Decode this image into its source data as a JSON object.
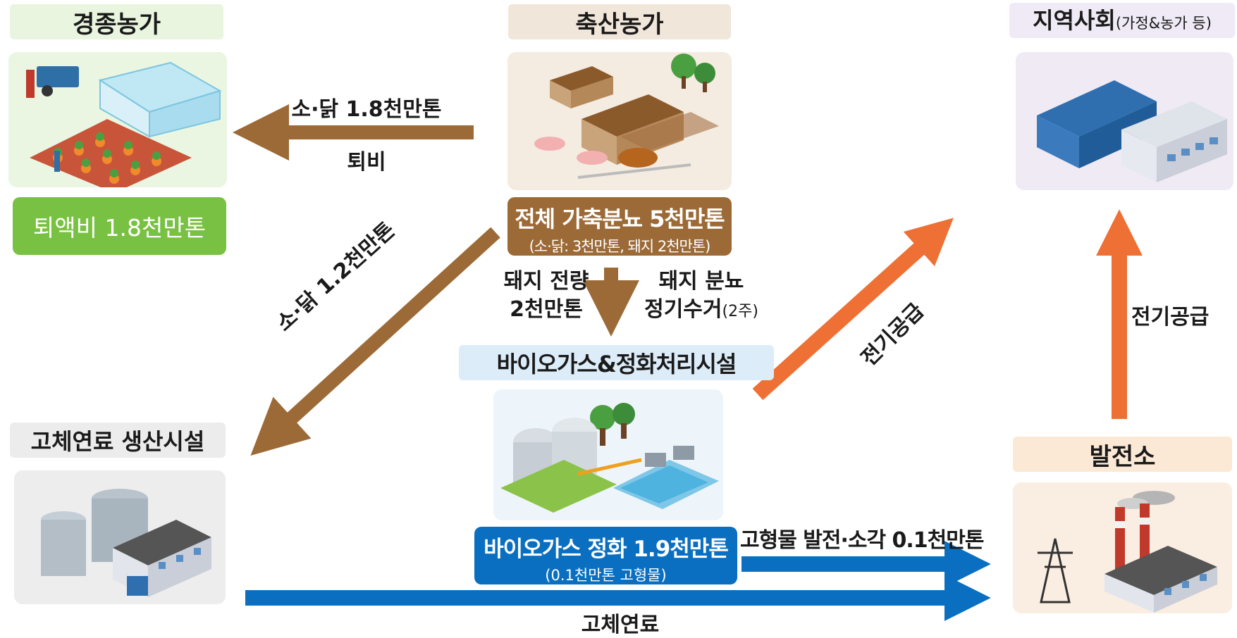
{
  "nodes": {
    "crop_farm": {
      "title": "경종농가"
    },
    "livestock_farm": {
      "title": "축산농가"
    },
    "community": {
      "title": "지역사회",
      "title_sub": "(가정&농가 등)"
    },
    "solid_fuel": {
      "title": "고체연료 생산시설"
    },
    "biogas": {
      "title": "바이오가스&정화처리시설"
    },
    "power_plant": {
      "title": "발전소"
    }
  },
  "boxes": {
    "liquid_fertilizer": "퇴액비 1.8천만톤",
    "total_manure_main": "전체 가축분뇨 5천만톤",
    "total_manure_sub": "(소·닭: 3천만톤, 돼지 2천만톤)",
    "biogas_main": "바이오가스 정화 1.9천만톤",
    "biogas_sub": "(0.1천만톤 고형물)"
  },
  "flows": {
    "to_crop_amount": "소·닭 1.8천만톤",
    "to_crop_type": "퇴비",
    "to_solid_fuel": "소·닭 1.2천만톤",
    "pig_all_line1": "돼지 전량",
    "pig_all_line2": "2천만톤",
    "pig_collect_line1": "돼지 분뇨",
    "pig_collect_line2": "정기수거",
    "pig_collect_sub": "(2주)",
    "to_community_biogas": "전기공급",
    "to_community_plant": "전기공급",
    "solid_waste": "고형물 발전·소각 0.1천만톤",
    "solid_fuel_flow": "고체연료"
  },
  "colors": {
    "brown_arrow": "#9c6a36",
    "orange_arrow": "#ee7035",
    "blue_arrow": "#0a6fc0",
    "green_box": "#79c142",
    "brown_box": "#9c6a36",
    "blue_box": "#0a6fc0"
  },
  "icons": [
    "greenhouse-farm-illustration",
    "livestock-barn-illustration",
    "warehouse-illustration",
    "solid-fuel-factory-illustration",
    "biogas-plant-illustration",
    "power-plant-illustration"
  ]
}
